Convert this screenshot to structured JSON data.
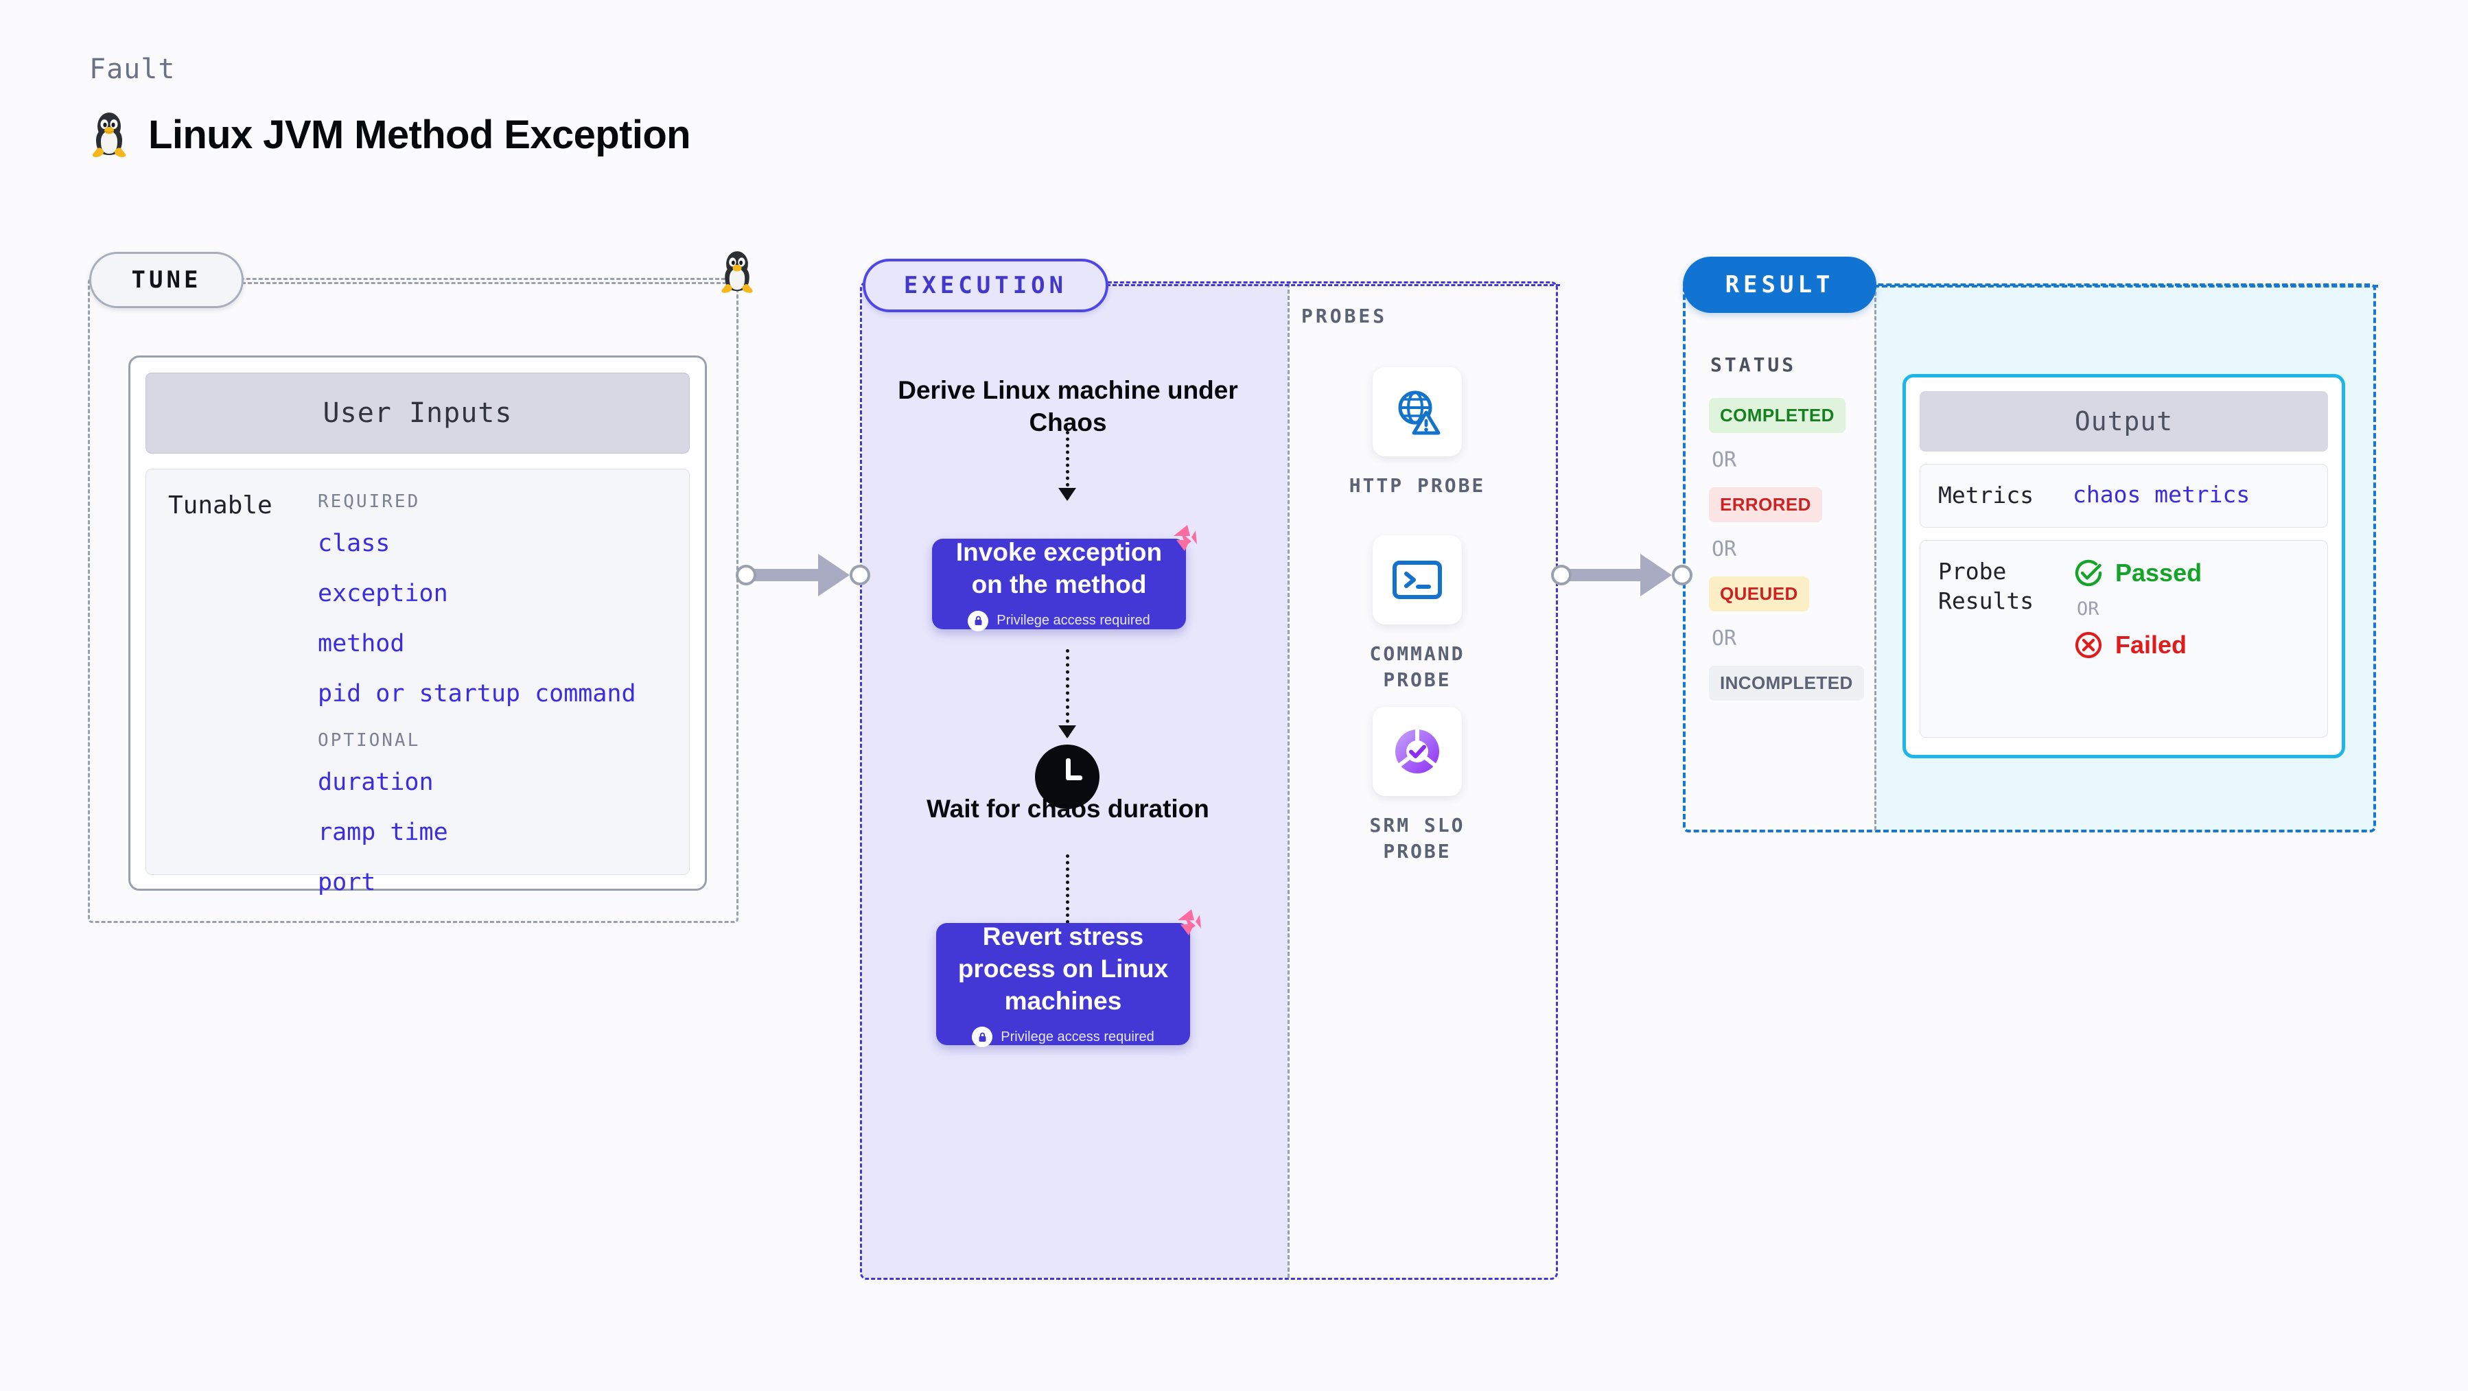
{
  "header": {
    "kicker": "Fault",
    "title": "Linux JVM Method Exception",
    "icon": "linux-tux-penguin-icon"
  },
  "tune": {
    "pill_label": "TUNE",
    "corner_icon": "linux-tux-penguin-icon",
    "card": {
      "header": "User Inputs",
      "row_label": "Tunable",
      "groups": [
        {
          "title": "REQUIRED",
          "items": [
            "class",
            "exception",
            "method",
            "pid or startup command"
          ]
        },
        {
          "title": "OPTIONAL",
          "items": [
            "duration",
            "ramp time",
            "port"
          ]
        }
      ]
    }
  },
  "execution": {
    "pill_label": "EXECUTION",
    "steps": [
      {
        "type": "text",
        "label": "Derive Linux machine under Chaos"
      },
      {
        "type": "card",
        "label": "Invoke exception on the method",
        "privilege": "Privilege access required",
        "badge_icon": "litmus-chaos-logo-icon",
        "lock_icon": "lock-icon"
      },
      {
        "type": "text",
        "label": "Wait for chaos duration",
        "icon": "clock-icon"
      },
      {
        "type": "card",
        "label": "Revert stress process on Linux machines",
        "privilege": "Privilege access required",
        "badge_icon": "litmus-chaos-logo-icon",
        "lock_icon": "lock-icon"
      }
    ]
  },
  "probes": {
    "label": "PROBES",
    "items": [
      {
        "name": "HTTP PROBE",
        "icon": "globe-warning-icon"
      },
      {
        "name": "COMMAND PROBE",
        "icon": "terminal-icon"
      },
      {
        "name": "SRM SLO PROBE",
        "icon": "slo-donut-check-icon"
      }
    ]
  },
  "result": {
    "pill_label": "RESULT",
    "status_label": "STATUS",
    "or_label": "OR",
    "statuses": [
      {
        "label": "COMPLETED",
        "color": "#16801f",
        "bg": "#dff3dd"
      },
      {
        "label": "ERRORED",
        "color": "#cc2222",
        "bg": "#fbe4e4"
      },
      {
        "label": "QUEUED",
        "color": "#cc2222",
        "bg": "#fcefc5"
      },
      {
        "label": "INCOMPLETED",
        "color": "#5c6275",
        "bg": "#eef0f4"
      }
    ],
    "output": {
      "header": "Output",
      "metrics_key": "Metrics",
      "metrics_value": "chaos metrics",
      "probe_key": "Probe Results",
      "or_label": "OR",
      "passed": {
        "label": "Passed",
        "color": "#16a32a",
        "icon": "check-circle-icon"
      },
      "failed": {
        "label": "Failed",
        "color": "#e01b1b",
        "icon": "x-circle-icon"
      }
    }
  },
  "connectors": {
    "tune_to_execution": "arrow-right",
    "execution_to_result": "arrow-right"
  }
}
